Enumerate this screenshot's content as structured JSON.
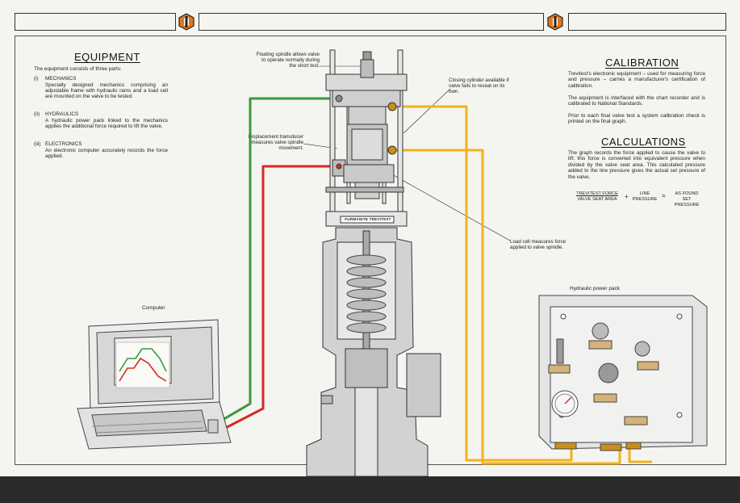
{
  "equipment": {
    "heading": "EQUIPMENT",
    "intro": "The equipment consists of three parts:",
    "items": [
      {
        "num": "(i)",
        "title": "MECHANICS",
        "text": "Specially designed mechanics comprising an adjustable frame with hydraulic rams and a load cell are mounted on the valve to be tested."
      },
      {
        "num": "(ii)",
        "title": "HYDRAULICS",
        "text": "A hydraulic power pack linked to the mechanics applies the additional force required to lift the valve."
      },
      {
        "num": "(iii)",
        "title": "ELECTRONICS",
        "text": "An electronic computer accurately records the force applied."
      }
    ]
  },
  "calibration": {
    "heading": "CALIBRATION",
    "paragraphs": [
      "Trevitest's electronic equipment – used for measuring force and pressure – carries a manufacturer's certification of calibration.",
      "The equipment is interfaced with the chart recorder and is calibrated to National Standards.",
      "Prior to each final valve test a system calibration check is printed on the final graph."
    ]
  },
  "calculations": {
    "heading": "CALCULATIONS",
    "paragraph": "The graph records the force applied to cause the valve to lift: this force is converted into equivalent pressure when divided by the valve seat area. This calculated pressure added to the line pressure gives the actual set pressure of the valve.",
    "formula": {
      "numerator": "TREVITEST FORCE",
      "denominator": "VALVE SEAT AREA",
      "plus": "+",
      "term2_line1": "LINE",
      "term2_line2": "PRESSURE",
      "equals": "=",
      "result_line1": "AS FOUND",
      "result_line2": "SET",
      "result_line3": "PRESSURE"
    }
  },
  "callouts": {
    "floating_spindle": [
      "Floating spindle allows valve",
      "to operate normally during",
      "the short test."
    ],
    "closing_cylinder": [
      "Closing cylinder available if",
      "valve fails to reseat on its",
      "own."
    ],
    "displacement": [
      "Displacement transducer",
      "measures valve spindle",
      "movement."
    ],
    "load_cell": [
      "Load cell measures force",
      "applied to valve spindle."
    ]
  },
  "labels": {
    "computer": "Computer",
    "power_pack": "Hydraulic power pack",
    "nameplate": "FURMANITE TREVITEST"
  },
  "colors": {
    "green_line": "#3a9a3a",
    "red_line": "#d42a20",
    "yellow_line": "#f2b21b",
    "logo_orange": "#e0781e"
  },
  "icons": [
    "furmanite-logo-icon",
    "furmanite-logo-icon"
  ]
}
